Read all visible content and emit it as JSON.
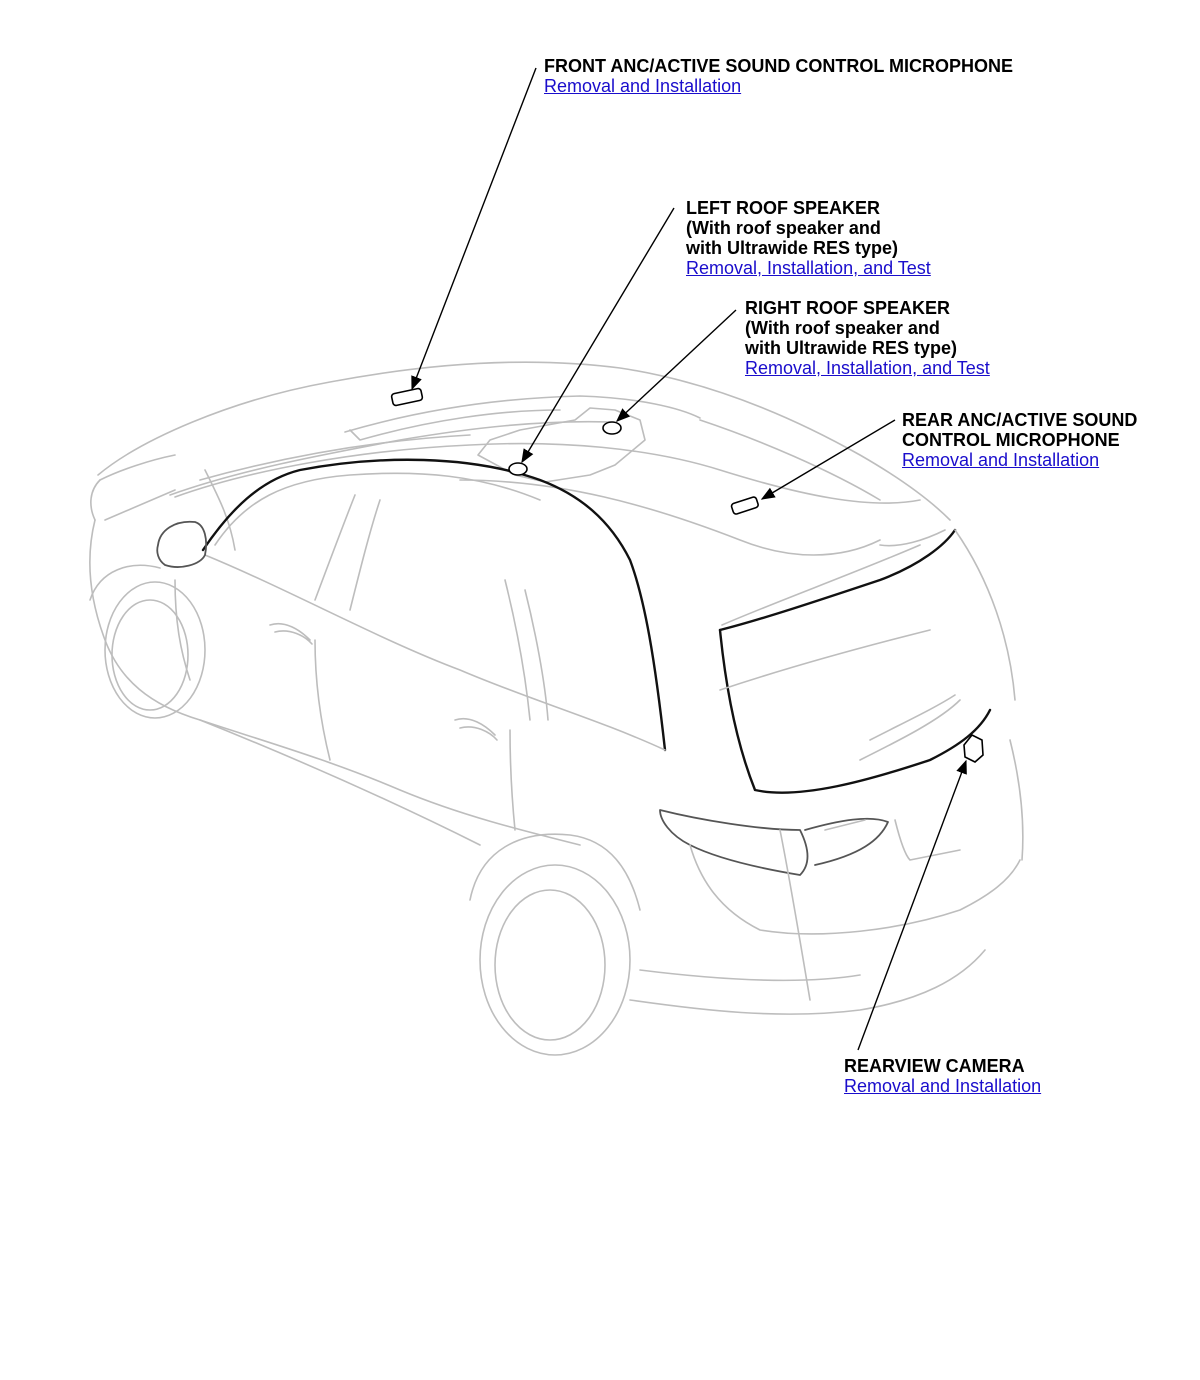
{
  "callouts": [
    {
      "id": "front-mic",
      "title_lines": [
        "FRONT ANC/ACTIVE SOUND CONTROL MICROPHONE"
      ],
      "link": "Removal and Installation"
    },
    {
      "id": "left-roof-speaker",
      "title_lines": [
        "LEFT ROOF SPEAKER",
        "(With roof speaker and",
        "with Ultrawide RES type)"
      ],
      "link": "Removal, Installation, and Test"
    },
    {
      "id": "right-roof-speaker",
      "title_lines": [
        "RIGHT ROOF SPEAKER",
        "(With roof speaker and",
        "with Ultrawide RES type)"
      ],
      "link": "Removal, Installation, and Test"
    },
    {
      "id": "rear-mic",
      "title_lines": [
        "REAR ANC/ACTIVE SOUND",
        "CONTROL MICROPHONE"
      ],
      "link": "Removal and Installation"
    },
    {
      "id": "rearview-camera",
      "title_lines": [
        "REARVIEW CAMERA"
      ],
      "link": "Removal and Installation"
    }
  ],
  "colors": {
    "link": "#1a0dcc",
    "text": "#000000",
    "vehicle_outline": "#bdbdbd",
    "vehicle_outline_dark": "#111111"
  }
}
